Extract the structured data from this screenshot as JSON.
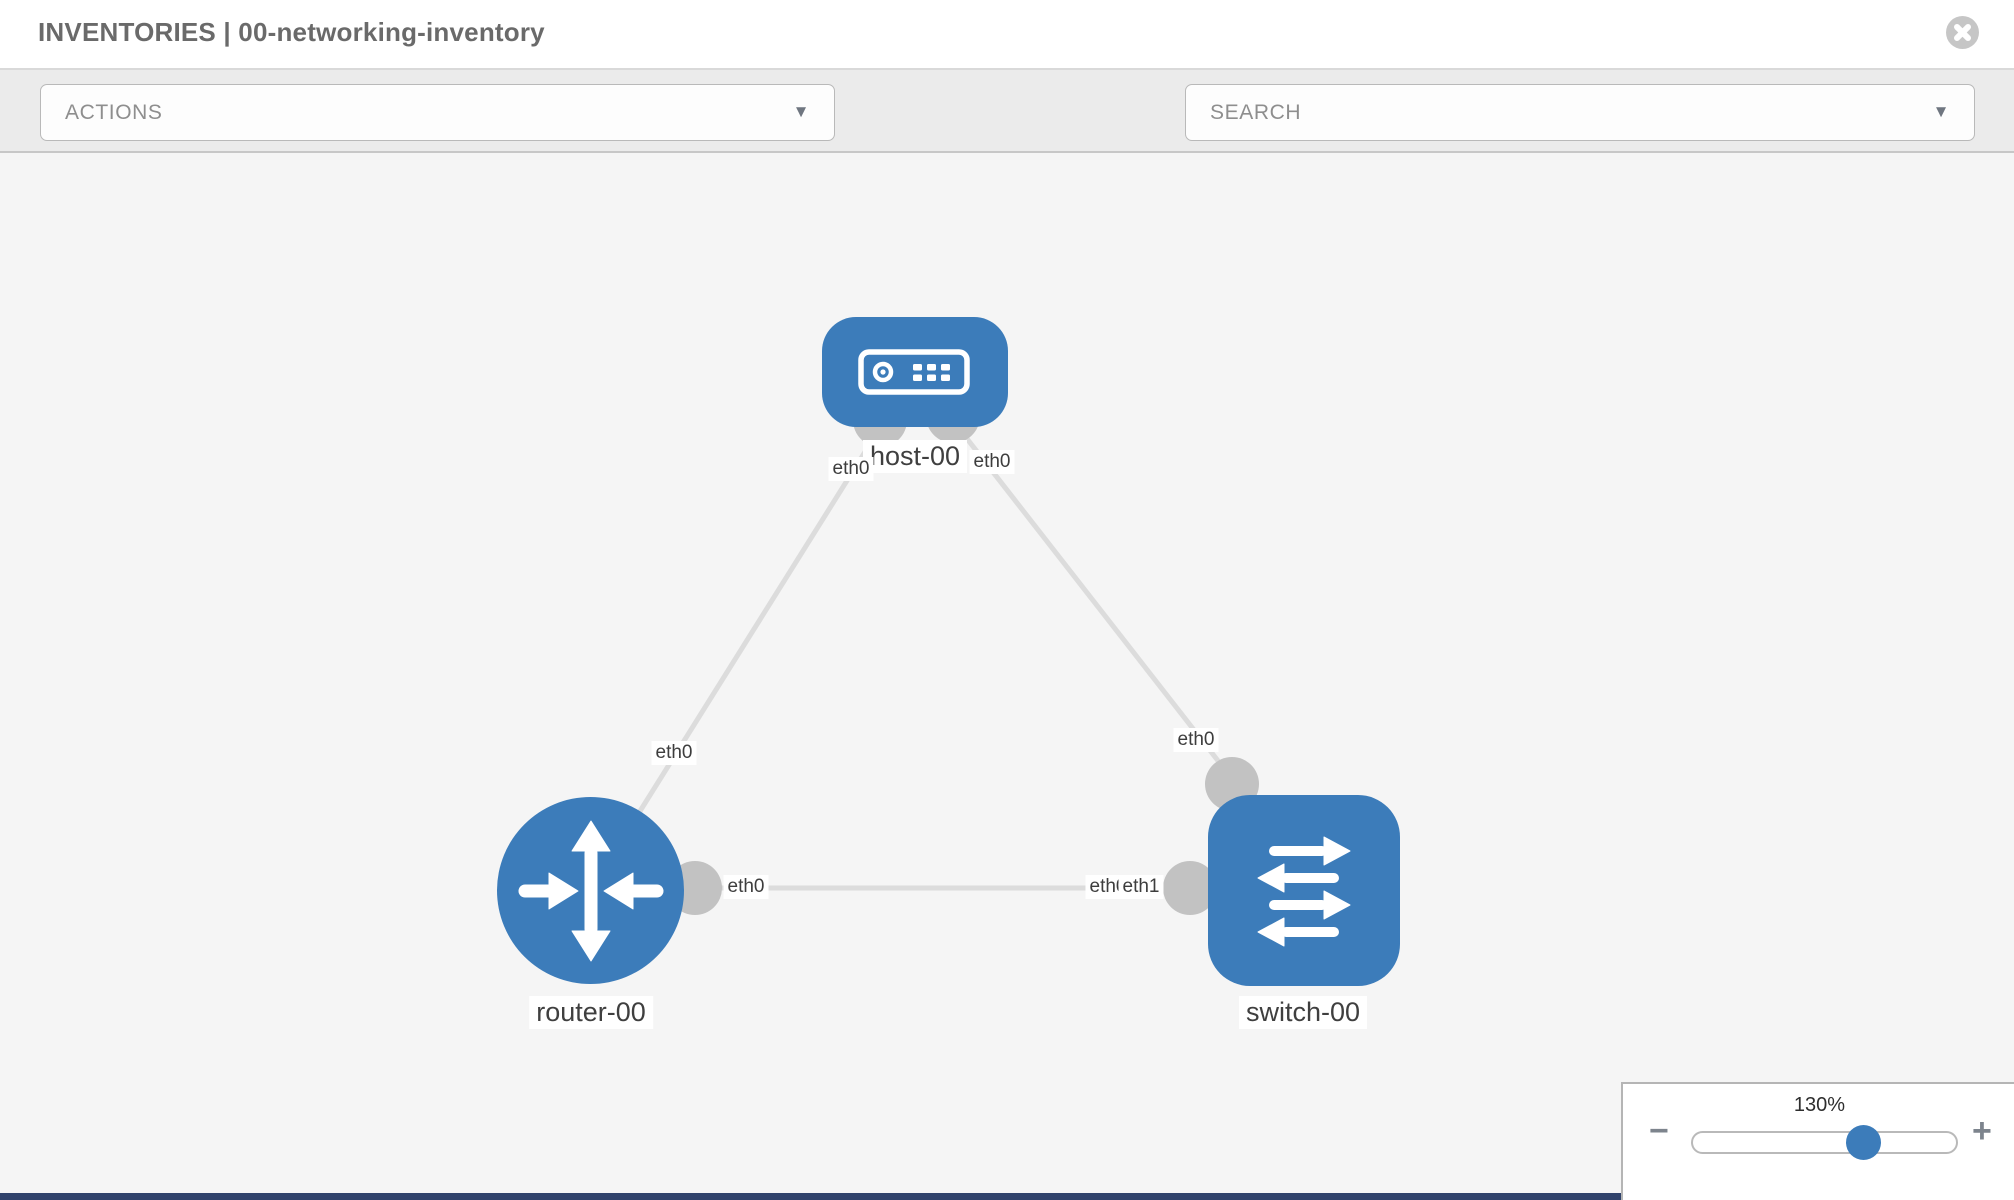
{
  "header": {
    "title": "INVENTORIES | 00-networking-inventory"
  },
  "toolbar": {
    "actions_label": "ACTIONS",
    "search_placeholder": "SEARCH",
    "caret": "▼",
    "icon_names": [
      "wrench-icon",
      "key-icon"
    ]
  },
  "diagram": {
    "nodes": [
      {
        "id": "host-00",
        "label": "host-00",
        "type": "host"
      },
      {
        "id": "router-00",
        "label": "router-00",
        "type": "router"
      },
      {
        "id": "switch-00",
        "label": "switch-00",
        "type": "switch"
      }
    ],
    "links": [
      {
        "source": "host-00",
        "target": "router-00",
        "source_interface": "eth0",
        "target_interface": "eth0"
      },
      {
        "source": "host-00",
        "target": "switch-00",
        "source_interface": "eth0",
        "target_interface": "eth0"
      },
      {
        "source": "router-00",
        "target": "switch-00",
        "source_interface": "eth0",
        "target_interface": "eth1"
      }
    ],
    "iface_labels": {
      "host_router_at_host": "eth0",
      "host_router_at_router": "eth0",
      "host_switch_at_host": "eth0",
      "host_switch_at_switch": "eth0",
      "router_switch_at_router": "eth0",
      "router_switch_at_switch_back": "eth0",
      "router_switch_at_switch_front": "eth1"
    }
  },
  "zoom_panel": {
    "level": "130%",
    "minus_label": "−",
    "plus_label": "+"
  },
  "colors": {
    "node_blue": "#3c7cba",
    "link_gray": "#dcdcdc",
    "connector_gray": "#c2c2c2",
    "toolbar_bg": "#ebebeb",
    "canvas_bg": "#f5f5f5",
    "footer_navy": "#30426b"
  }
}
